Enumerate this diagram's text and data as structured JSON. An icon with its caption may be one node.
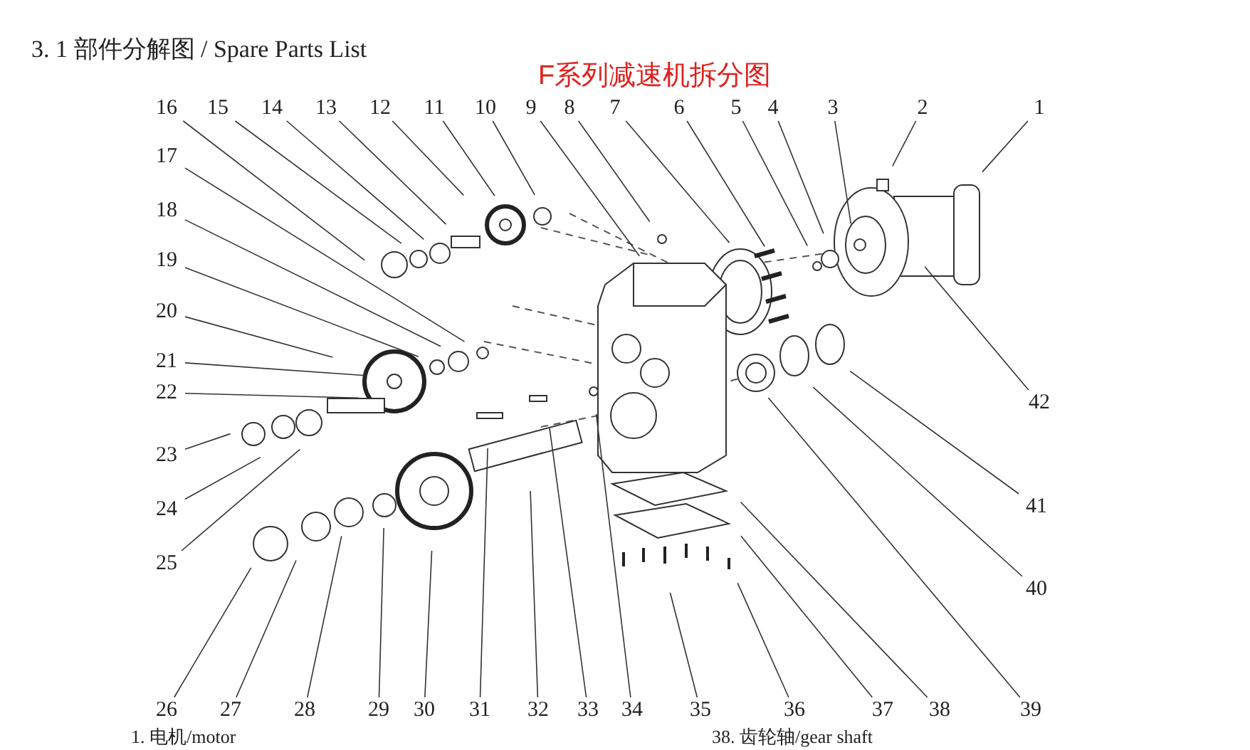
{
  "diagram": {
    "title": "3. 1 部件分解图 / Spare Parts List",
    "nodes": [
      {
        "text": [
          "1"
        ]
      },
      {
        "text": [
          "2"
        ]
      },
      {
        "text": [
          "3"
        ]
      },
      {
        "text": [
          "4"
        ]
      },
      {
        "text": [
          "5"
        ]
      },
      {
        "text": [
          "6"
        ]
      },
      {
        "text": [
          "7"
        ]
      },
      {
        "text": [
          "8"
        ]
      },
      {
        "text": [
          "9"
        ]
      },
      {
        "text": [
          "10"
        ]
      },
      {
        "text": [
          "11"
        ]
      },
      {
        "text": [
          "12"
        ]
      },
      {
        "text": [
          "13"
        ]
      },
      {
        "text": [
          "14"
        ]
      },
      {
        "text": [
          "15"
        ]
      },
      {
        "text": [
          "16"
        ]
      },
      {
        "text": [
          "17"
        ]
      },
      {
        "text": [
          "18"
        ]
      },
      {
        "text": [
          "19"
        ]
      },
      {
        "text": [
          "20"
        ]
      },
      {
        "text": [
          "21"
        ]
      },
      {
        "text": [
          "22"
        ]
      },
      {
        "text": [
          "23"
        ]
      },
      {
        "text": [
          "24"
        ]
      },
      {
        "text": [
          "25"
        ]
      },
      {
        "text": [
          "26"
        ]
      },
      {
        "text": [
          "27"
        ]
      },
      {
        "text": [
          "28"
        ]
      },
      {
        "text": [
          "29"
        ]
      },
      {
        "text": [
          "30"
        ]
      },
      {
        "text": [
          "31"
        ]
      },
      {
        "text": [
          "32"
        ]
      },
      {
        "text": [
          "33"
        ]
      },
      {
        "text": [
          "34"
        ]
      },
      {
        "text": [
          "35"
        ]
      },
      {
        "text": [
          "36"
        ]
      },
      {
        "text": [
          "37"
        ]
      },
      {
        "text": [
          "38"
        ]
      },
      {
        "text": [
          "39"
        ]
      },
      {
        "text": [
          "40"
        ]
      },
      {
        "text": [
          "41"
        ]
      },
      {
        "text": [
          "42"
        ]
      }
    ],
    "edges": [
      {
        "from": 0,
        "to": null,
        "arrow": "none"
      },
      {
        "from": 1,
        "to": null,
        "arrow": "none"
      },
      {
        "from": 2,
        "to": null,
        "arrow": "none"
      },
      {
        "from": 3,
        "to": null,
        "arrow": "none"
      },
      {
        "from": 4,
        "to": null,
        "arrow": "none"
      },
      {
        "from": 5,
        "to": null,
        "arrow": "none"
      },
      {
        "from": 6,
        "to": null,
        "arrow": "none"
      },
      {
        "from": 7,
        "to": null,
        "arrow": "none"
      },
      {
        "from": 8,
        "to": null,
        "arrow": "none"
      },
      {
        "from": 9,
        "to": null,
        "arrow": "none"
      },
      {
        "from": 10,
        "to": null,
        "arrow": "none"
      },
      {
        "from": 11,
        "to": null,
        "arrow": "none"
      },
      {
        "from": 12,
        "to": null,
        "arrow": "none"
      },
      {
        "from": 13,
        "to": null,
        "arrow": "none"
      },
      {
        "from": 14,
        "to": null,
        "arrow": "none"
      },
      {
        "from": 15,
        "to": null,
        "arrow": "none"
      },
      {
        "from": 16,
        "to": null,
        "arrow": "none"
      },
      {
        "from": 17,
        "to": null,
        "arrow": "none"
      },
      {
        "from": 18,
        "to": null,
        "arrow": "none"
      },
      {
        "from": 19,
        "to": null,
        "arrow": "none"
      },
      {
        "from": 20,
        "to": null,
        "arrow": "none"
      },
      {
        "from": 21,
        "to": null,
        "arrow": "none"
      },
      {
        "from": 22,
        "to": null,
        "arrow": "none"
      },
      {
        "from": 23,
        "to": null,
        "arrow": "none"
      },
      {
        "from": 24,
        "to": null,
        "arrow": "none"
      },
      {
        "from": 25,
        "to": null,
        "arrow": "none"
      },
      {
        "from": 26,
        "to": null,
        "arrow": "none"
      },
      {
        "from": 27,
        "to": null,
        "arrow": "none"
      },
      {
        "from": 28,
        "to": null,
        "arrow": "none"
      },
      {
        "from": 29,
        "to": null,
        "arrow": "none"
      },
      {
        "from": 30,
        "to": null,
        "arrow": "none"
      },
      {
        "from": 31,
        "to": null,
        "arrow": "none"
      },
      {
        "from": 32,
        "to": null,
        "arrow": "none"
      },
      {
        "from": 33,
        "to": null,
        "arrow": "none"
      },
      {
        "from": 34,
        "to": null,
        "arrow": "none"
      },
      {
        "from": 35,
        "to": null,
        "arrow": "none"
      },
      {
        "from": 36,
        "to": null,
        "arrow": "none"
      },
      {
        "from": 37,
        "to": null,
        "arrow": "none"
      },
      {
        "from": 38,
        "to": null,
        "arrow": "none"
      },
      {
        "from": 39,
        "to": null,
        "arrow": "none"
      },
      {
        "from": 40,
        "to": null,
        "arrow": "none"
      },
      {
        "from": 41,
        "to": null,
        "arrow": "none"
      }
    ],
    "labels": [
      "F系列减速机拆分图",
      "1. 电机/motor",
      "38. 齿轮轴/gear shaft"
    ]
  }
}
